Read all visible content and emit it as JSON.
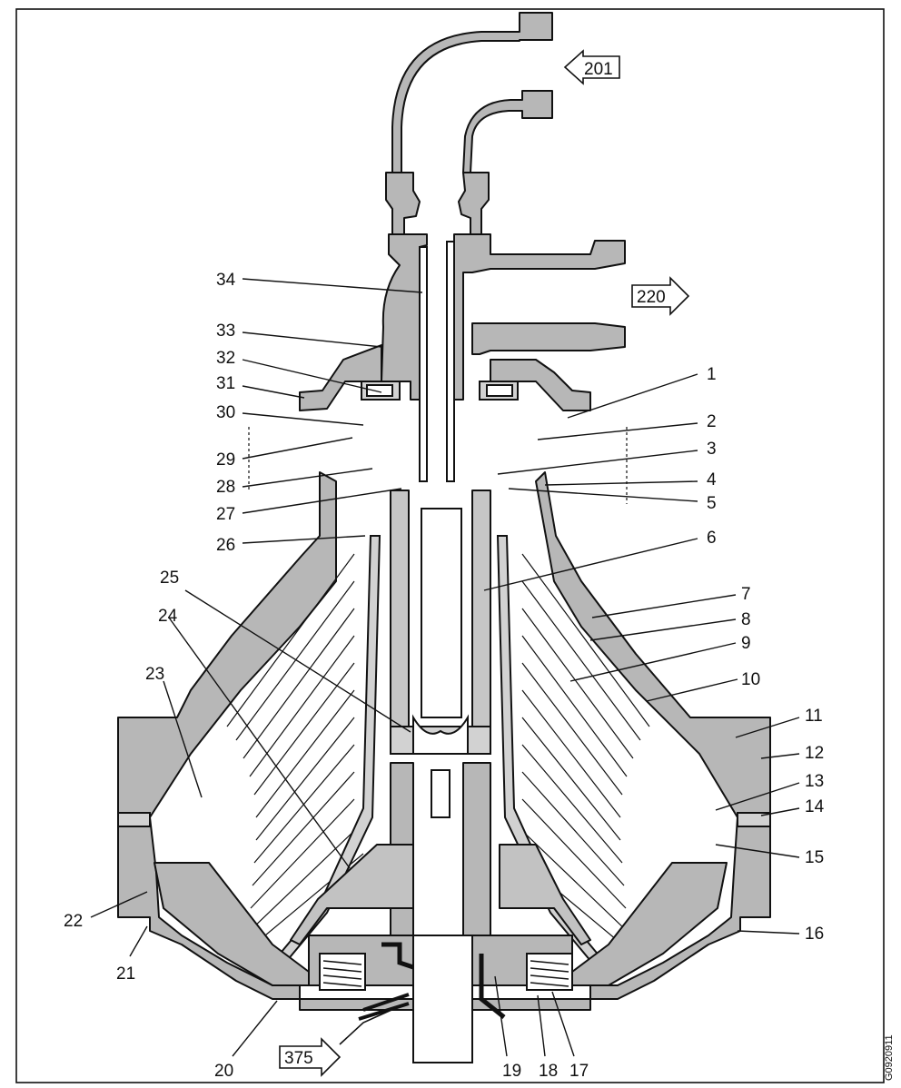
{
  "flow_arrows": {
    "top": "201",
    "right": "220",
    "bottom": "375"
  },
  "part_labels": [
    "1",
    "2",
    "3",
    "4",
    "5",
    "6",
    "7",
    "8",
    "9",
    "10",
    "11",
    "12",
    "13",
    "14",
    "15",
    "16",
    "17",
    "18",
    "19",
    "20",
    "21",
    "22",
    "23",
    "24",
    "25",
    "26",
    "27",
    "28",
    "29",
    "30",
    "31",
    "32",
    "33",
    "34"
  ],
  "drawing_code": "G0920911"
}
